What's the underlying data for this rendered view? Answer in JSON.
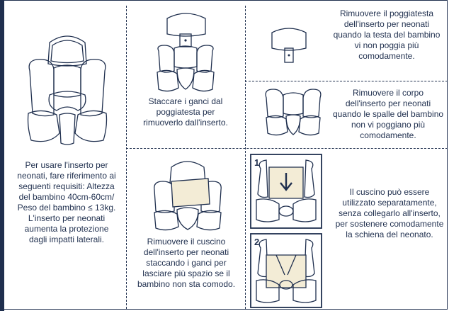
{
  "steps": {
    "requirements": "Per usare l'inserto per neonati, fare riferimento ai seguenti requisiti: Altezza del bambino 40cm-60cm/ Peso del bambino ≤ 13kg. L'inserto per neonati aumenta la protezione dagli impatti laterali.",
    "unhook": "Staccare i ganci dal poggiatesta per rimuoverlo dall'inserto.",
    "remove_headrest": "Rimuovere il poggiatesta dell'inserto per neonati quando la testa del bambino vi non poggia più comodamente.",
    "remove_body": "Rimuovere il corpo dell'inserto per neonati quando le spalle del bambino non vi poggiano più comodamente.",
    "remove_cushion": "Rimuovere il cuscino dell'inserto per neonati staccando i ganci per lasciare più spazio se il bambino non sta comodo.",
    "cushion_use": "Il cuscino può essere utilizzato separatamente, senza collegarlo all'inserto, per sostenere comodamente la schiena del neonato."
  },
  "badges": {
    "first": "1",
    "second": "2"
  },
  "icons": {
    "insert": "infant-insert-illustration",
    "detach": "headrest-detach-illustration",
    "headrest": "headrest-illustration",
    "body": "insert-body-illustration",
    "cushion": "cushion-seat-illustration",
    "arrow": "down-arrow-icon"
  },
  "colors": {
    "ink": "#1f2f4e",
    "cushion": "#f3ecd6"
  }
}
